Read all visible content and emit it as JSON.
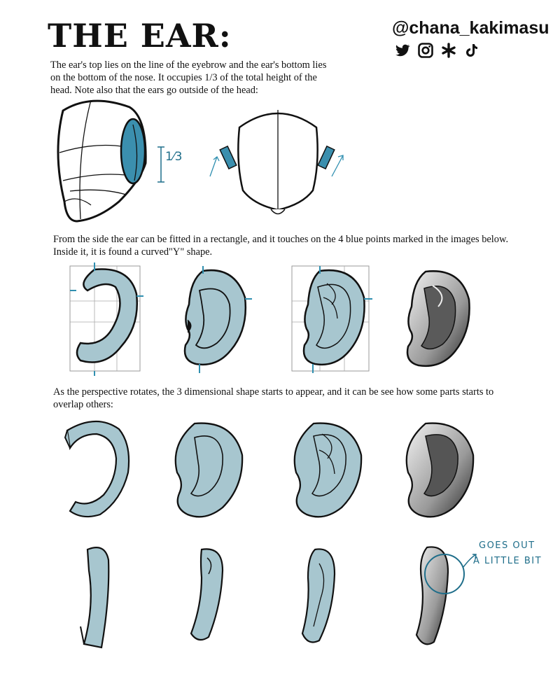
{
  "header": {
    "title": "THE EAR:",
    "handle": "@chana_kakimasu",
    "social_icons": [
      "twitter-icon",
      "instagram-icon",
      "linktree-icon",
      "tiktok-icon"
    ]
  },
  "sections": {
    "intro_text": "The ear's top lies on the line of the eyebrow and the ear's bottom lies on the bottom of the nose. It occupies 1/3 of the total height of the head. Note also that the ears go outside of the head:",
    "side_text": "From the side the ear can be fitted in a rectangle, and it touches on the 4 blue points marked in the images below. Inside it, it is found a curved\"Y\" shape.",
    "perspective_text": "As the perspective rotates, the 3 dimensional shape starts to appear, and it can be see how some parts starts  to overlap others:"
  },
  "annotations": {
    "third_label": "1⁄3",
    "note_line1": "GOES OUT",
    "note_line2": "A LITTLE BIT"
  },
  "colors": {
    "ear_fill": "#a7c6cf",
    "accent_blue": "#2f8fb0",
    "note_blue": "#1f6e8a",
    "ink": "#111111"
  }
}
